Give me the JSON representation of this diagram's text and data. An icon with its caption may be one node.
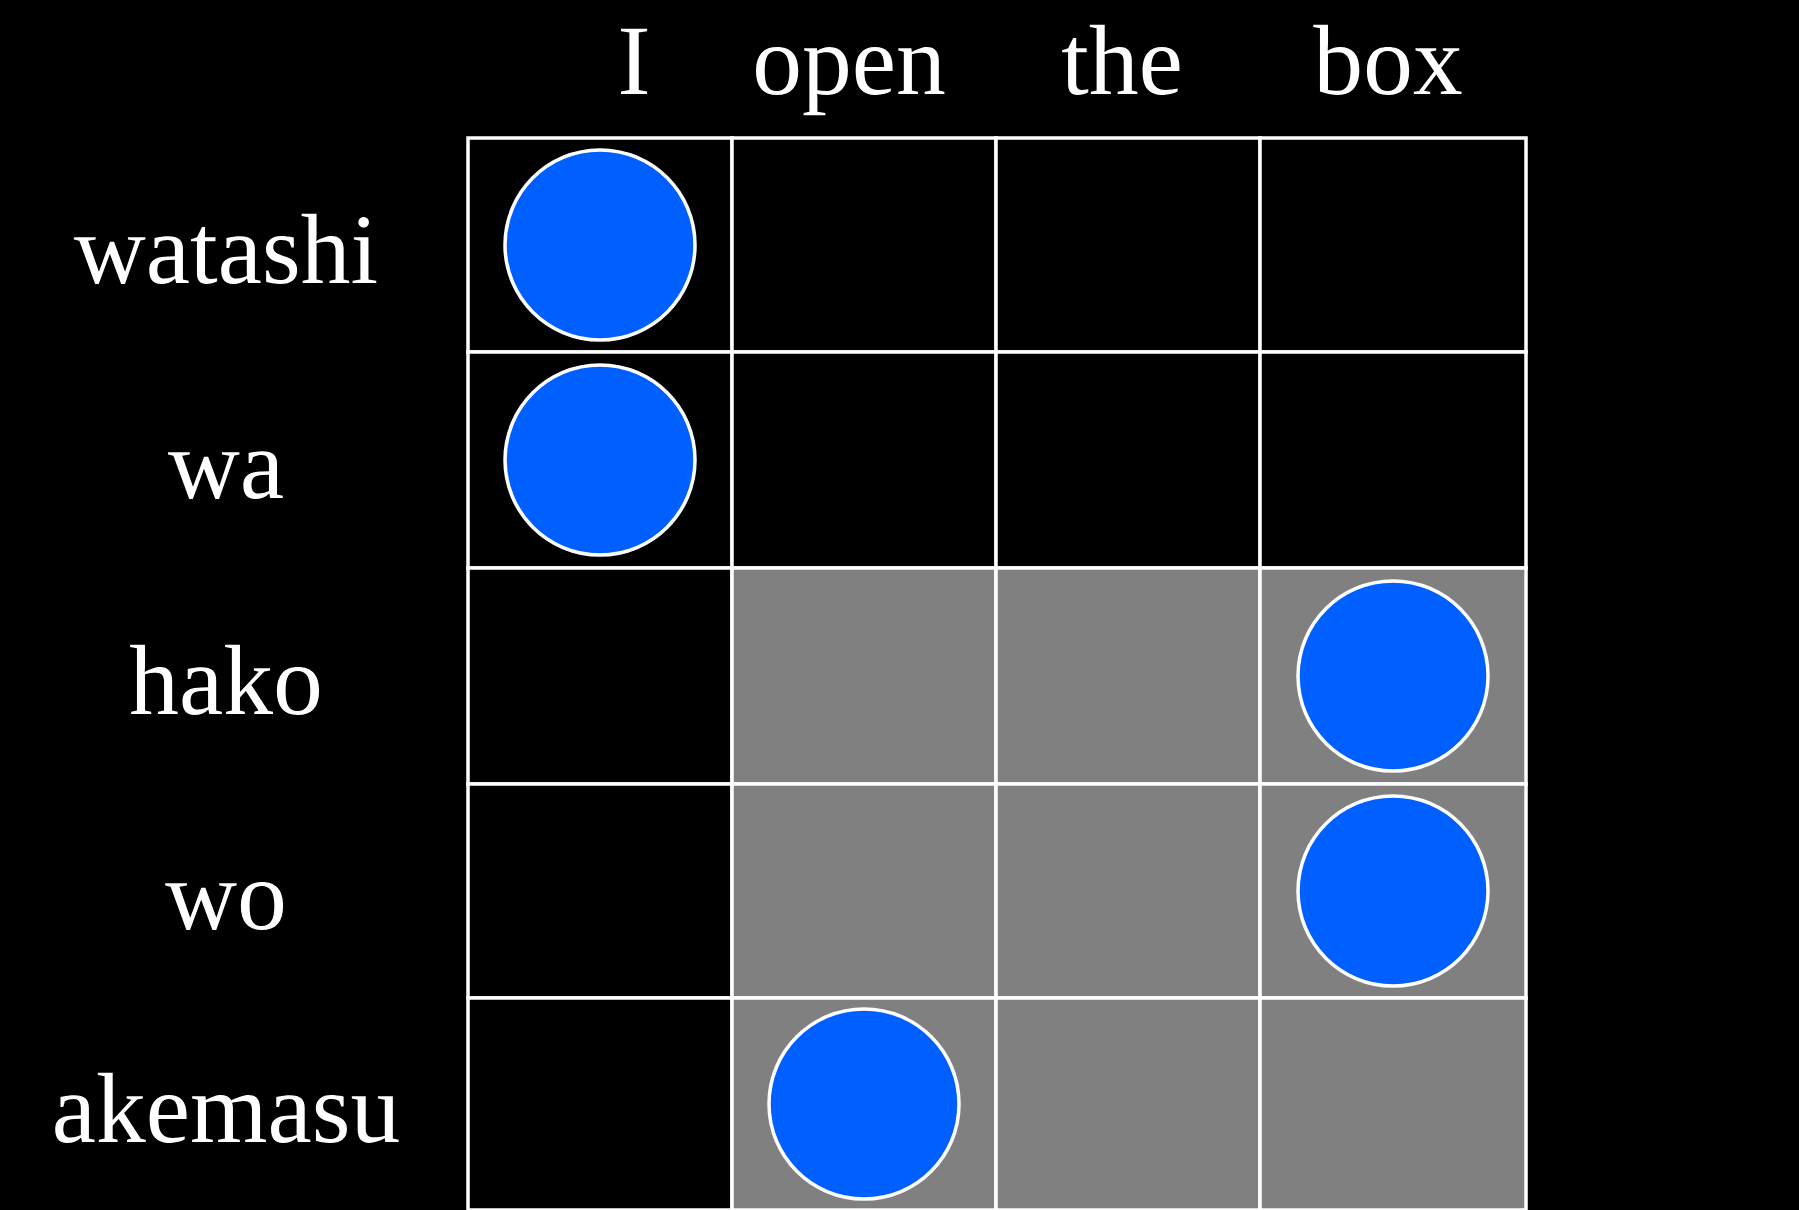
{
  "diagram": {
    "nodes": [
      {
        "text": [],
        "shape": "circle"
      },
      {
        "text": [],
        "shape": "circle"
      },
      {
        "text": [],
        "shape": "circle"
      },
      {
        "text": [],
        "shape": "circle"
      },
      {
        "text": [],
        "shape": "circle"
      }
    ],
    "labels": [
      "I",
      "open",
      "the",
      "box",
      "watashi",
      "wa",
      "hako",
      "wo",
      "akemasu"
    ]
  }
}
